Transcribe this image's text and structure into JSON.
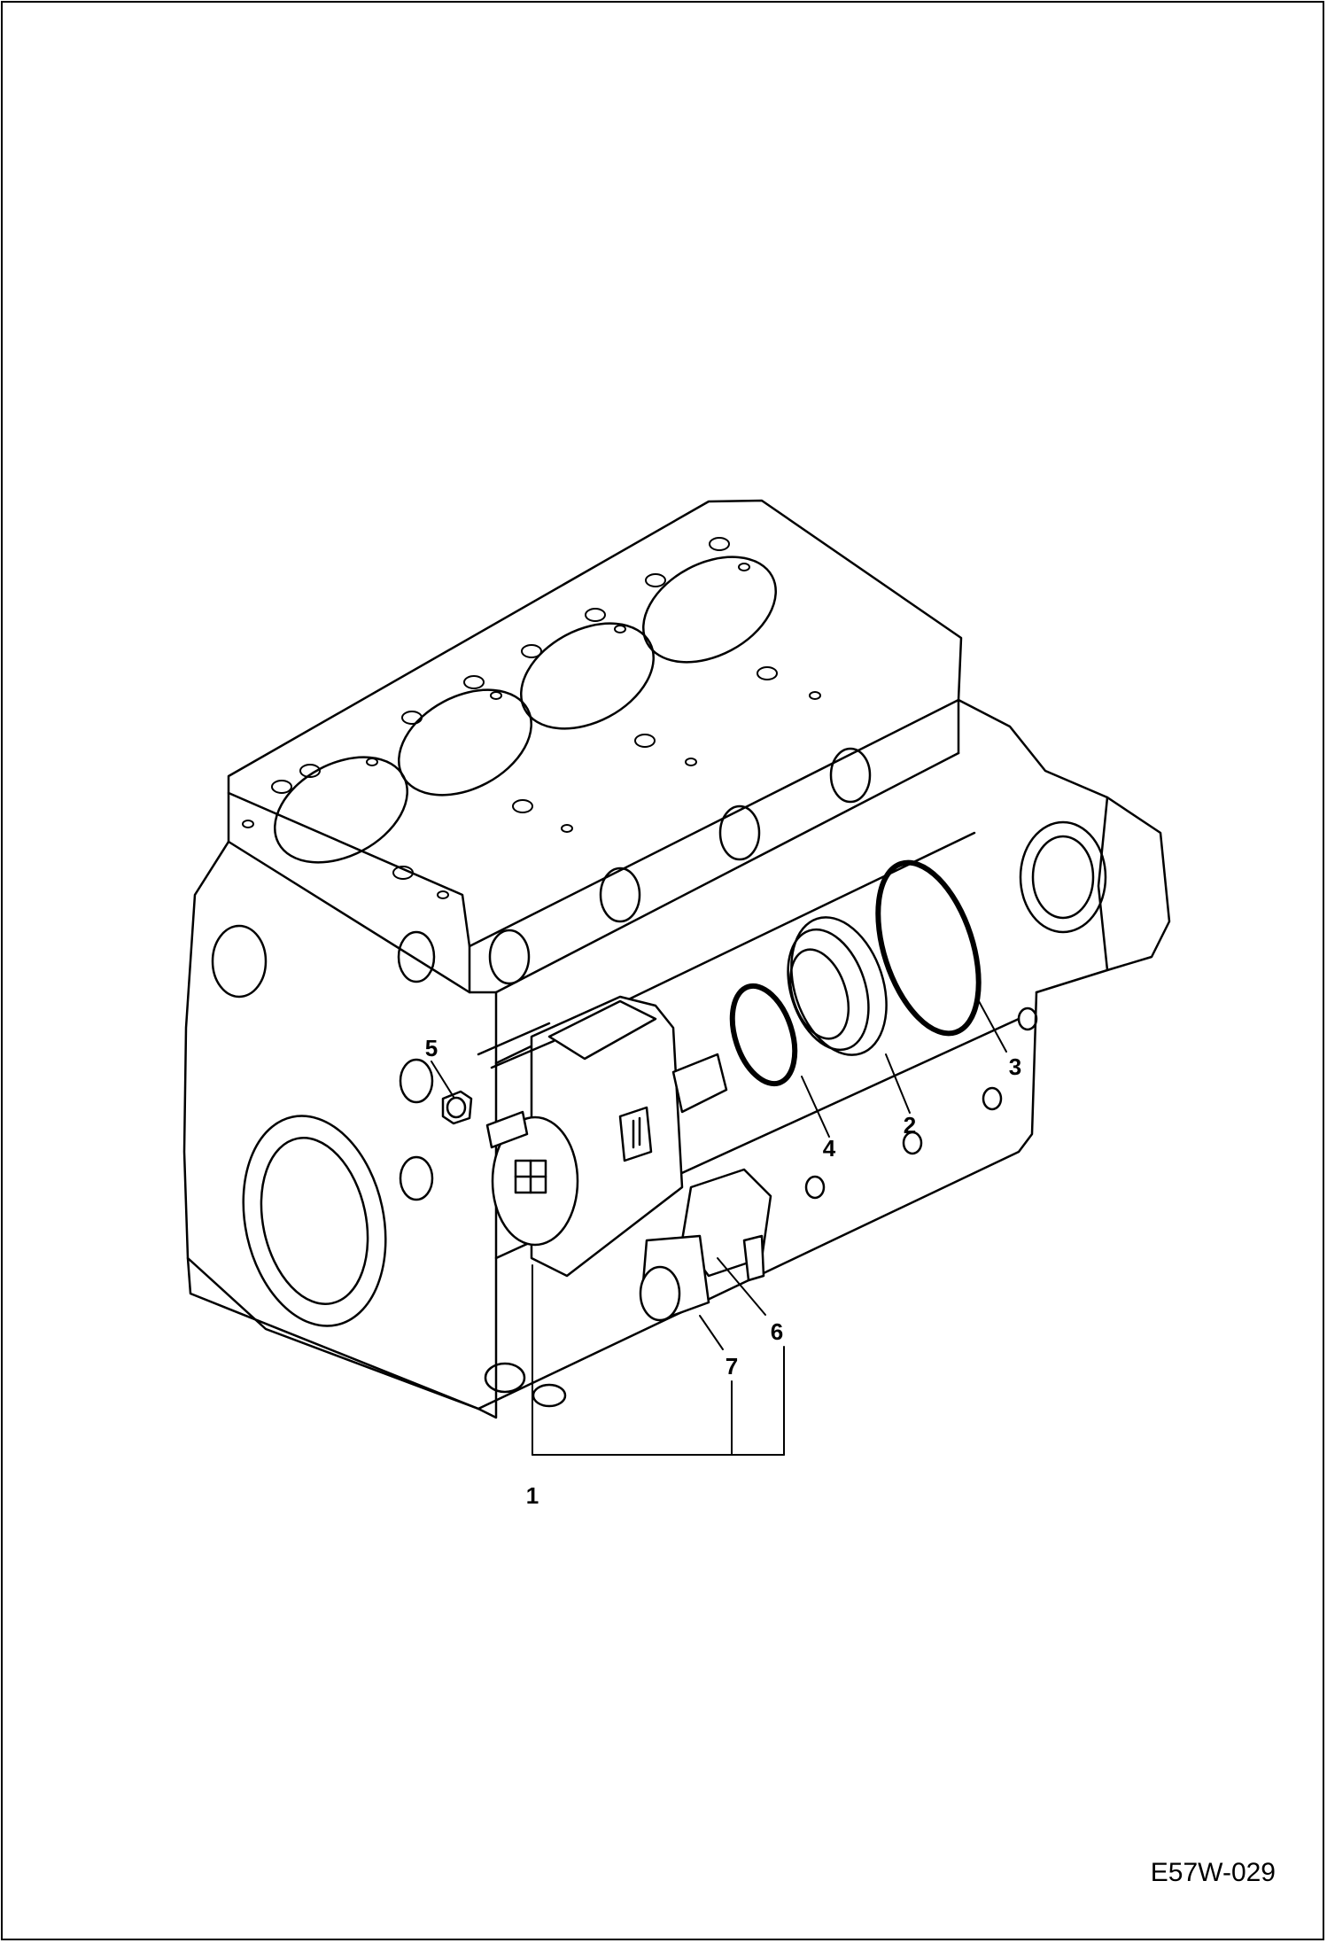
{
  "diagram": {
    "drawing_code": "E57W-029",
    "callouts": [
      {
        "id": "1",
        "label": "1"
      },
      {
        "id": "2",
        "label": "2"
      },
      {
        "id": "3",
        "label": "3"
      },
      {
        "id": "4",
        "label": "4"
      },
      {
        "id": "5",
        "label": "5"
      },
      {
        "id": "6",
        "label": "6"
      },
      {
        "id": "7",
        "label": "7"
      }
    ]
  }
}
